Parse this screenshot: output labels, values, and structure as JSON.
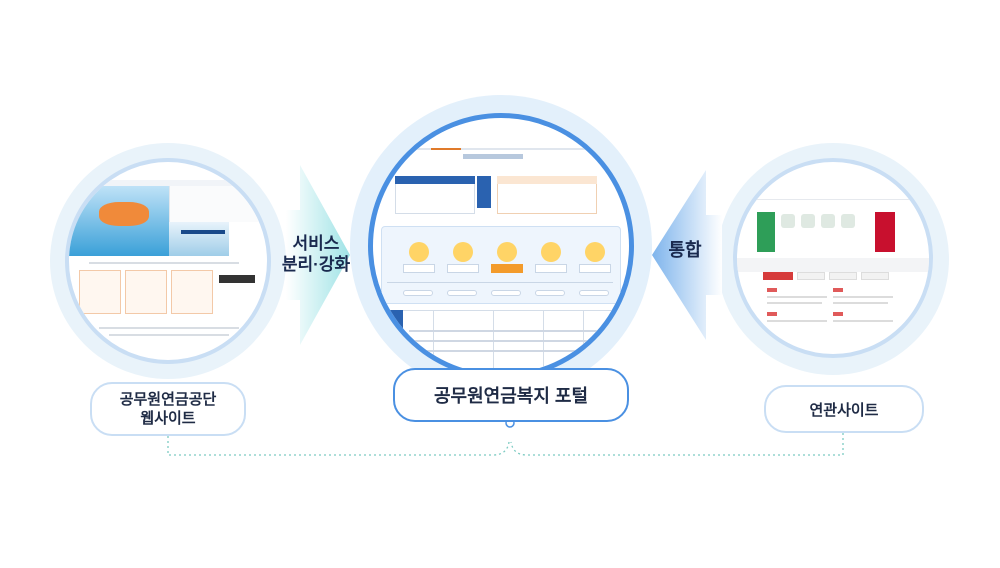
{
  "labels": {
    "left": "공무원연금공단\n웹사이트",
    "center": "공무원연금복지 포털",
    "right": "연관사이트"
  },
  "arrows": {
    "split": "서비스\n분리·강화",
    "merge": "통합"
  },
  "colors": {
    "primary_blue": "#4a90e2",
    "light_blue": "#c9def4",
    "halo": "#e9f3fa",
    "arrow_teal": "#9fe3e6",
    "arrow_blue": "#7eb4ec",
    "text_dark": "#1a2a4f"
  }
}
